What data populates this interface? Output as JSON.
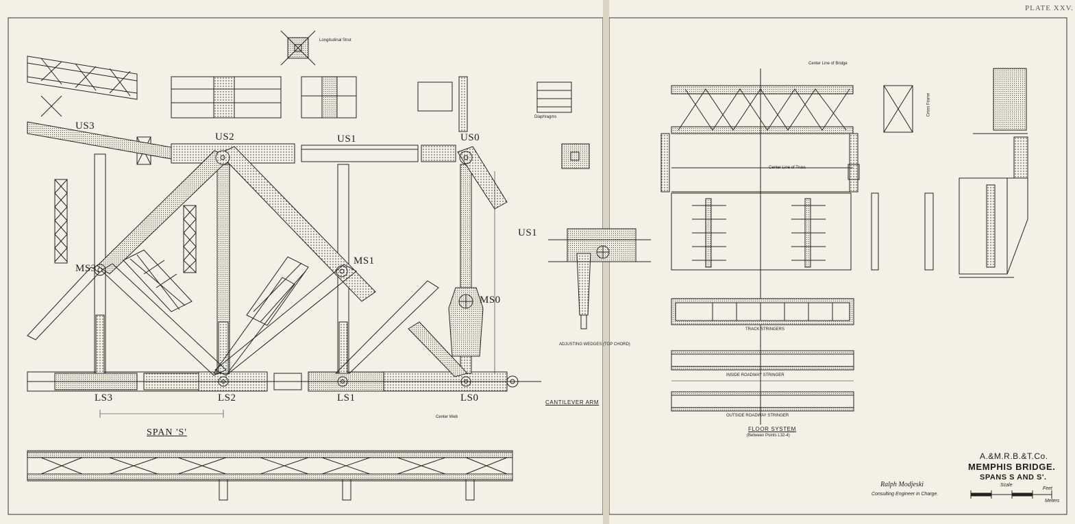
{
  "plate_label": "PLATE XXV.",
  "nodes": {
    "us3": "US3",
    "us2": "US2",
    "us1": "US1",
    "us0": "US0",
    "ms3": "MS3",
    "ms1": "MS1",
    "ms0": "MS0",
    "ls3": "LS3",
    "ls2": "LS2",
    "ls1": "LS1",
    "ls0": "LS0",
    "us1_detail": "US1"
  },
  "captions": {
    "span_s": "SPAN 'S'",
    "cantilever_arm": "CANTILEVER ARM",
    "adjusting_wedges": "ADJUSTING WEDGES (TOP CHORD)",
    "floor_system": "FLOOR SYSTEM",
    "floor_system_sub": "(Between Points L32-4)",
    "track_stringers": "TRACK STRINGERS",
    "inside_roadway_stringer": "INSIDE ROADWAY STRINGER",
    "outside_roadway_stringer": "OUTSIDE ROADWAY STRINGER",
    "center_line_bridge": "Center Line of Bridge",
    "center_line_truss": "Center Line of Truss",
    "cross_frame": "Cross Frame",
    "longitudinal_strut": "Longitudinal Strut",
    "diaphragms": "Diaphragms",
    "center_web": "Center Web"
  },
  "title_block": {
    "company": "A.&M.R.B.&T.Co.",
    "bridge": "MEMPHIS BRIDGE.",
    "spans": "SPANS S AND S'.",
    "scale_label": "Scale",
    "feet_label": "Feet",
    "meters_label": "Meters",
    "signature": "Ralph Modjeski",
    "engineer_title": "Consulting Engineer in Charge."
  },
  "colors": {
    "paper": "#f3f0e6",
    "ink": "#1d1d1d",
    "gutter": "#d9d4c4"
  }
}
